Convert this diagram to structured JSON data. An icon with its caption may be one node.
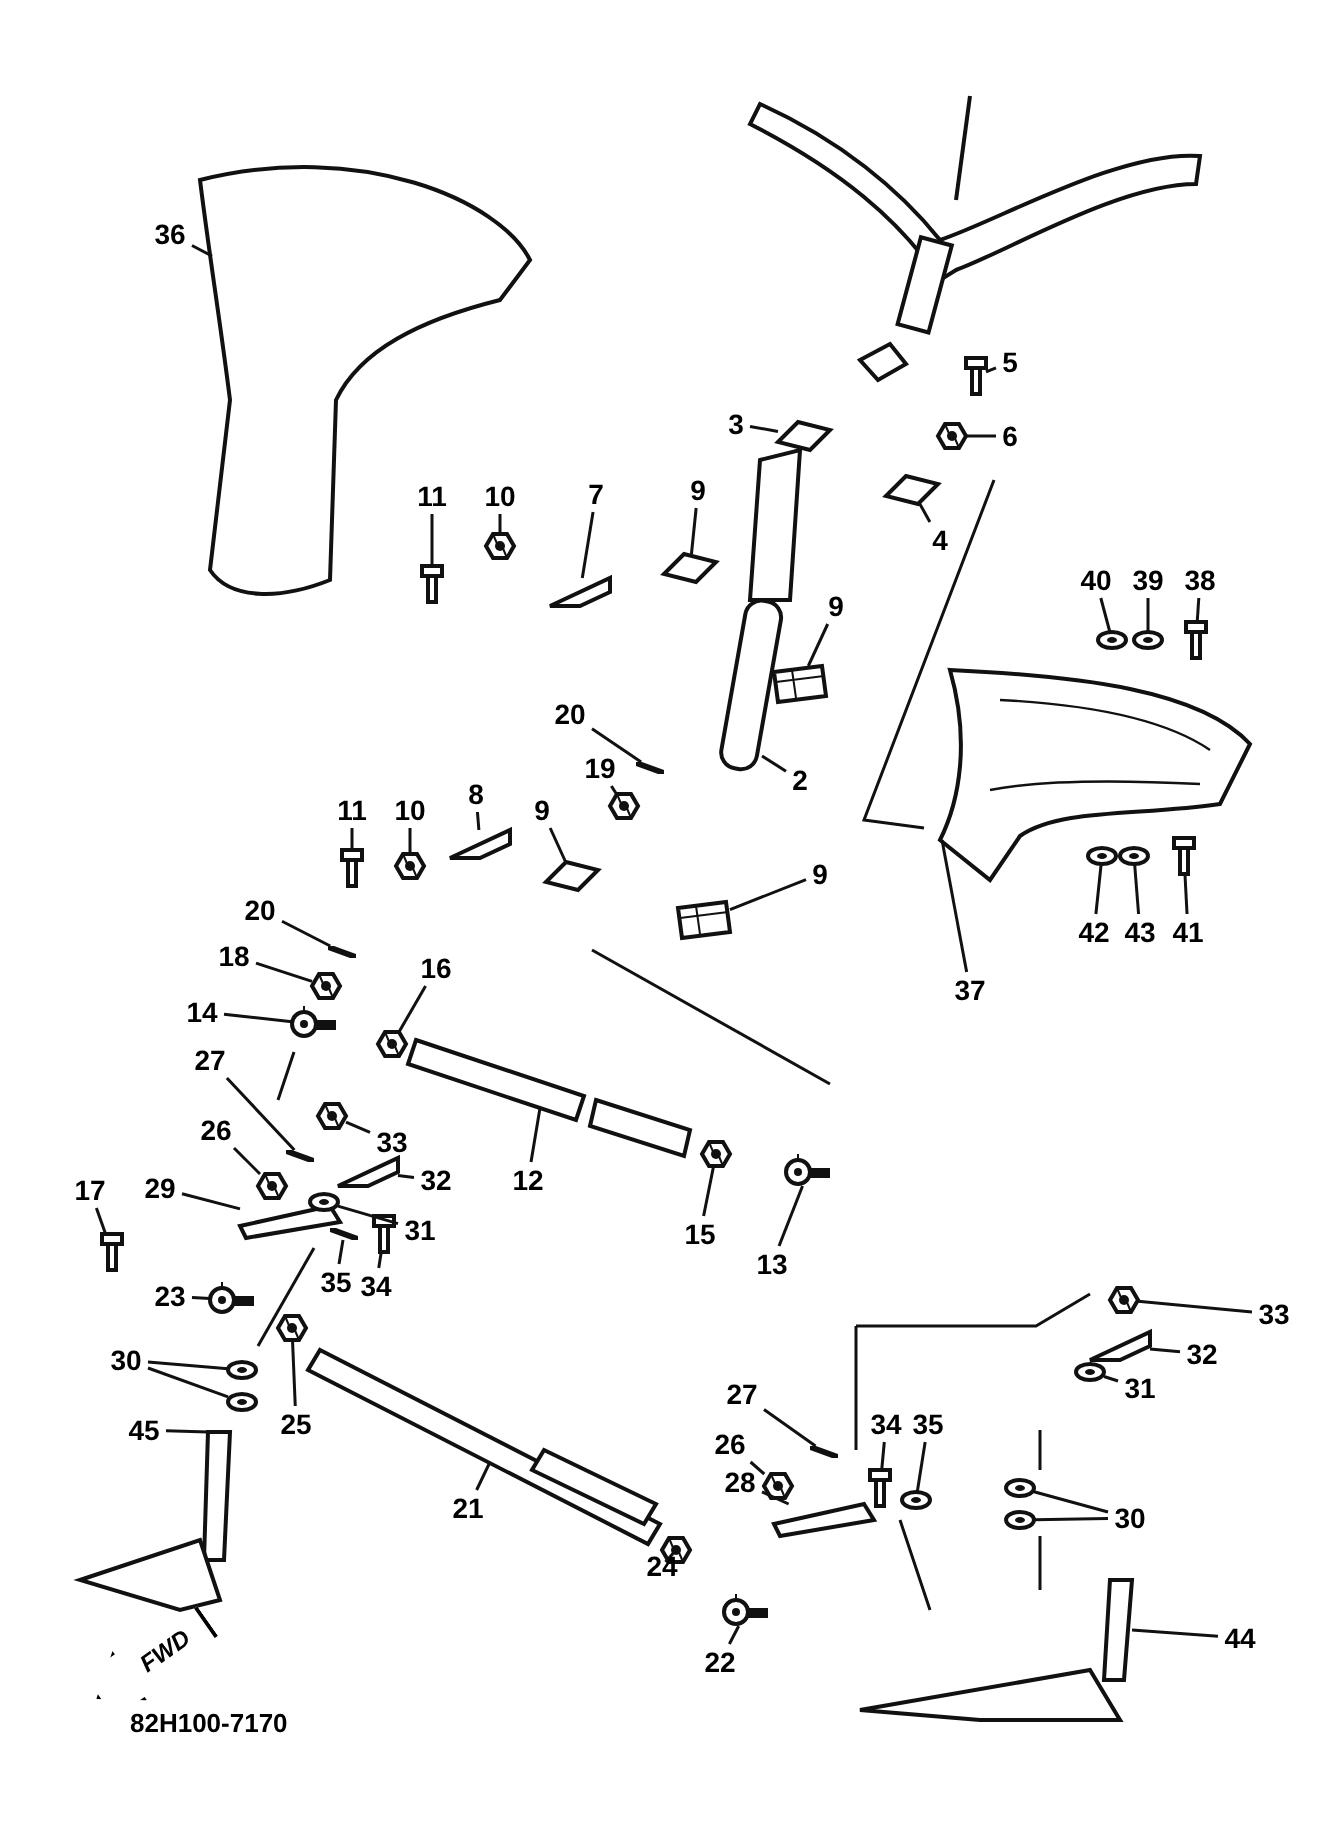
{
  "diagram": {
    "nodes": [
      {
        "text": [
          "36"
        ]
      },
      {
        "text": [
          "5"
        ]
      },
      {
        "text": [
          "3"
        ]
      },
      {
        "text": [
          "6"
        ]
      },
      {
        "text": [
          "4"
        ]
      },
      {
        "text": [
          "11"
        ]
      },
      {
        "text": [
          "10"
        ]
      },
      {
        "text": [
          "7"
        ]
      },
      {
        "text": [
          "9"
        ]
      },
      {
        "text": [
          "9"
        ]
      },
      {
        "text": [
          "40"
        ]
      },
      {
        "text": [
          "39"
        ]
      },
      {
        "text": [
          "38"
        ]
      },
      {
        "text": [
          "20"
        ]
      },
      {
        "text": [
          "19"
        ]
      },
      {
        "text": [
          "2"
        ]
      },
      {
        "text": [
          "11"
        ]
      },
      {
        "text": [
          "10"
        ]
      },
      {
        "text": [
          "8"
        ]
      },
      {
        "text": [
          "9"
        ]
      },
      {
        "text": [
          "9"
        ]
      },
      {
        "text": [
          "42"
        ]
      },
      {
        "text": [
          "43"
        ]
      },
      {
        "text": [
          "41"
        ]
      },
      {
        "text": [
          "37"
        ]
      },
      {
        "text": [
          "20"
        ]
      },
      {
        "text": [
          "18"
        ]
      },
      {
        "text": [
          "14"
        ]
      },
      {
        "text": [
          "16"
        ]
      },
      {
        "text": [
          "27"
        ]
      },
      {
        "text": [
          "33"
        ]
      },
      {
        "text": [
          "26"
        ]
      },
      {
        "text": [
          "32"
        ]
      },
      {
        "text": [
          "17"
        ]
      },
      {
        "text": [
          "29"
        ]
      },
      {
        "text": [
          "31"
        ]
      },
      {
        "text": [
          "12"
        ]
      },
      {
        "text": [
          "15"
        ]
      },
      {
        "text": [
          "13"
        ]
      },
      {
        "text": [
          "35"
        ]
      },
      {
        "text": [
          "34"
        ]
      },
      {
        "text": [
          "23"
        ]
      },
      {
        "text": [
          "30"
        ]
      },
      {
        "text": [
          "25"
        ]
      },
      {
        "text": [
          "45"
        ]
      },
      {
        "text": [
          "21"
        ]
      },
      {
        "text": [
          "33"
        ]
      },
      {
        "text": [
          "32"
        ]
      },
      {
        "text": [
          "31"
        ]
      },
      {
        "text": [
          "27"
        ]
      },
      {
        "text": [
          "34"
        ]
      },
      {
        "text": [
          "35"
        ]
      },
      {
        "text": [
          "26"
        ]
      },
      {
        "text": [
          "30"
        ]
      },
      {
        "text": [
          "28"
        ]
      },
      {
        "text": [
          "24"
        ]
      },
      {
        "text": [
          "22"
        ]
      },
      {
        "text": [
          "44"
        ]
      },
      {
        "text": [],
        "shape": "picture"
      },
      {
        "text": [],
        "shape": "picture"
      },
      {
        "text": [],
        "shape": "picture"
      },
      {
        "text": [],
        "shape": "picture"
      },
      {
        "text": [],
        "shape": "picture"
      },
      {
        "text": [],
        "shape": "picture"
      },
      {
        "text": [],
        "shape": "picture"
      },
      {
        "text": [],
        "shape": "picture"
      },
      {
        "text": [],
        "shape": "picture"
      },
      {
        "text": [],
        "shape": "picture"
      },
      {
        "text": [],
        "shape": "picture"
      },
      {
        "text": [],
        "shape": "picture"
      },
      {
        "text": [],
        "shape": "picture"
      },
      {
        "text": [],
        "shape": "picture"
      },
      {
        "text": [],
        "shape": "picture"
      },
      {
        "text": [],
        "shape": "picture"
      },
      {
        "text": [],
        "shape": "picture"
      },
      {
        "text": [],
        "shape": "picture"
      },
      {
        "text": [],
        "shape": "picture"
      },
      {
        "text": [],
        "shape": "picture"
      },
      {
        "text": [],
        "shape": "picture"
      },
      {
        "text": [],
        "shape": "picture"
      },
      {
        "text": [],
        "shape": "picture"
      },
      {
        "text": [],
        "shape": "picture"
      },
      {
        "text": [],
        "shape": "picture"
      },
      {
        "text": [],
        "shape": "picture"
      },
      {
        "text": [],
        "shape": "picture"
      },
      {
        "text": [],
        "shape": "picture"
      },
      {
        "text": [],
        "shape": "picture"
      },
      {
        "text": [],
        "shape": "picture"
      },
      {
        "text": [],
        "shape": "picture"
      },
      {
        "text": [],
        "shape": "picture"
      },
      {
        "text": [],
        "shape": "picture"
      },
      {
        "text": [],
        "shape": "picture"
      },
      {
        "text": [],
        "shape": "picture"
      },
      {
        "text": [],
        "shape": "picture"
      },
      {
        "text": [],
        "shape": "picture"
      },
      {
        "text": [],
        "shape": "picture"
      },
      {
        "text": [],
        "shape": "picture"
      },
      {
        "text": [],
        "shape": "picture"
      },
      {
        "text": [],
        "shape": "picture"
      },
      {
        "text": [],
        "shape": "picture"
      },
      {
        "text": [],
        "shape": "picture"
      },
      {
        "text": [],
        "shape": "picture"
      },
      {
        "text": [],
        "shape": "picture"
      },
      {
        "text": [],
        "shape": "picture"
      },
      {
        "text": [],
        "shape": "picture"
      },
      {
        "text": [],
        "shape": "picture"
      },
      {
        "text": [],
        "shape": "picture"
      },
      {
        "text": [],
        "shape": "picture"
      },
      {
        "text": [],
        "shape": "picture"
      },
      {
        "text": [],
        "shape": "picture"
      },
      {
        "text": [],
        "shape": "picture"
      },
      {
        "text": [],
        "shape": "picture"
      },
      {
        "text": [],
        "shape": "picture"
      },
      {
        "text": [],
        "shape": "picture"
      },
      {
        "text": [],
        "shape": "picture"
      },
      {
        "text": [],
        "shape": "picture"
      },
      {
        "text": [],
        "shape": "picture"
      },
      {
        "text": [],
        "shape": "picture"
      }
    ],
    "edges": [
      {
        "from": 0,
        "to": 58,
        "arrow": "none"
      },
      {
        "from": 1,
        "to": 59,
        "arrow": "none"
      },
      {
        "from": 2,
        "to": 60,
        "arrow": "none"
      },
      {
        "from": 3,
        "to": 61,
        "arrow": "none"
      },
      {
        "from": 4,
        "to": 62,
        "arrow": "none"
      },
      {
        "from": 5,
        "to": 63,
        "arrow": "none"
      },
      {
        "from": 6,
        "to": 64,
        "arrow": "none"
      },
      {
        "from": 7,
        "to": 65,
        "arrow": "none"
      },
      {
        "from": 8,
        "to": 66,
        "arrow": "none"
      },
      {
        "from": 9,
        "to": 67,
        "arrow": "none"
      },
      {
        "from": 10,
        "to": 68,
        "arrow": "none"
      },
      {
        "from": 11,
        "to": 69,
        "arrow": "none"
      },
      {
        "from": 12,
        "to": 70,
        "arrow": "none"
      },
      {
        "from": 13,
        "to": 71,
        "arrow": "none"
      },
      {
        "from": 14,
        "to": 72,
        "arrow": "none"
      },
      {
        "from": 15,
        "to": 73,
        "arrow": "none"
      },
      {
        "from": 16,
        "to": 74,
        "arrow": "none"
      },
      {
        "from": 17,
        "to": 75,
        "arrow": "none"
      },
      {
        "from": 18,
        "to": 76,
        "arrow": "none"
      },
      {
        "from": 19,
        "to": 77,
        "arrow": "none"
      },
      {
        "from": 20,
        "to": 78,
        "arrow": "none"
      },
      {
        "from": 21,
        "to": 79,
        "arrow": "none"
      },
      {
        "from": 22,
        "to": 80,
        "arrow": "none"
      },
      {
        "from": 23,
        "to": 81,
        "arrow": "none"
      },
      {
        "from": 24,
        "to": 82,
        "arrow": "none"
      },
      {
        "from": 25,
        "to": 83,
        "arrow": "none"
      },
      {
        "from": 26,
        "to": 84,
        "arrow": "none"
      },
      {
        "from": 27,
        "to": 85,
        "arrow": "none"
      },
      {
        "from": 28,
        "to": 86,
        "arrow": "none"
      },
      {
        "from": 29,
        "to": 87,
        "arrow": "none"
      },
      {
        "from": 30,
        "to": 88,
        "arrow": "none"
      },
      {
        "from": 31,
        "to": 89,
        "arrow": "none"
      },
      {
        "from": 32,
        "to": 90,
        "arrow": "none"
      },
      {
        "from": 33,
        "to": 91,
        "arrow": "none"
      },
      {
        "from": 34,
        "to": 92,
        "arrow": "none"
      },
      {
        "from": 35,
        "to": 93,
        "arrow": "none"
      },
      {
        "from": 36,
        "to": 94,
        "arrow": "none"
      },
      {
        "from": 37,
        "to": 95,
        "arrow": "none"
      },
      {
        "from": 38,
        "to": 96,
        "arrow": "none"
      },
      {
        "from": 39,
        "to": 97,
        "arrow": "none"
      },
      {
        "from": 40,
        "to": 98,
        "arrow": "none"
      },
      {
        "from": 41,
        "to": 99,
        "arrow": "none"
      },
      {
        "from": 42,
        "to": 100,
        "arrow": "none"
      },
      {
        "from": 42,
        "to": 101,
        "arrow": "none"
      },
      {
        "from": 43,
        "to": 102,
        "arrow": "none"
      },
      {
        "from": 44,
        "to": 103,
        "arrow": "none"
      },
      {
        "from": 45,
        "to": 104,
        "arrow": "none"
      },
      {
        "from": 46,
        "to": 105,
        "arrow": "none"
      },
      {
        "from": 47,
        "to": 106,
        "arrow": "none"
      },
      {
        "from": 48,
        "to": 107,
        "arrow": "none"
      },
      {
        "from": 49,
        "to": 108,
        "arrow": "none"
      },
      {
        "from": 50,
        "to": 109,
        "arrow": "none"
      },
      {
        "from": 51,
        "to": 110,
        "arrow": "none"
      },
      {
        "from": 52,
        "to": 111,
        "arrow": "none"
      },
      {
        "from": 53,
        "to": 112,
        "arrow": "none"
      },
      {
        "from": 53,
        "to": 113,
        "arrow": "none"
      },
      {
        "from": 54,
        "to": 114,
        "arrow": "none"
      },
      {
        "from": 55,
        "to": 115,
        "arrow": "none"
      },
      {
        "from": 56,
        "to": 116,
        "arrow": "none"
      },
      {
        "from": 57,
        "to": 117,
        "arrow": "none"
      }
    ],
    "labels": [
      "FWD",
      "82H100-7170"
    ]
  }
}
